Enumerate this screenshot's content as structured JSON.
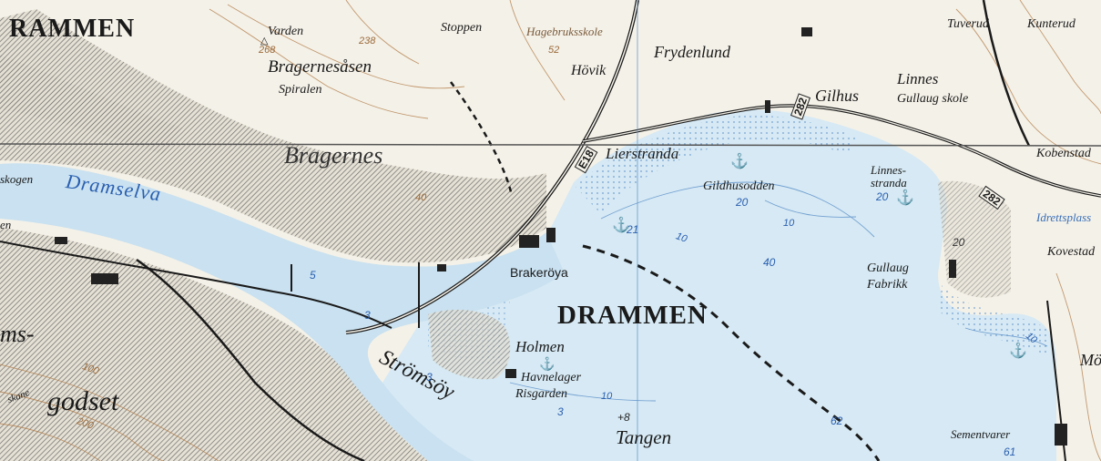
{
  "map": {
    "labels": {
      "rammen": "RAMMEN",
      "varden": "Varden",
      "elev_268": "268",
      "elev_238": "238",
      "stoppen": "Stoppen",
      "hagebruksskole": "Hagebruksskole",
      "elev_52": "52",
      "hovik": "Hövik",
      "frydenlund": "Frydenlund",
      "tuverud": "Tuverud",
      "kunterud": "Kunterud",
      "bragernesasen": "Bragernesåsen",
      "spiralen": "Spiralen",
      "gilhus": "Gilhus",
      "linnes": "Linnes",
      "gullaug_skole": "Gullaug skole",
      "bragernes": "Bragernes",
      "lierstranda": "Lierstranda",
      "gildhusodden": "Gildhusodden",
      "linnesstranda": "Linnes-\nstranda",
      "kobenstad": "Kobenstad",
      "dramselva": "Dramselva",
      "skogen": "skogen",
      "en": "en",
      "idrettsplass": "Idrettsplass",
      "kovestad": "Kovestad",
      "brakeroya": "Brakeröya",
      "gullaug_fabrikk": "Gullaug\nFabrikk",
      "drammen": "DRAMMEN",
      "ms": "ms-",
      "holmen": "Holmen",
      "havnelager": "Havnelager",
      "risgarden": "Risgarden",
      "stromsoy": "Strömsöy",
      "godset": "godset",
      "skane": "skane",
      "tangen": "Tangen",
      "sementvarer": "Sementvarer",
      "mo": "Mö"
    },
    "roads": {
      "e18": "E18",
      "r282": "282"
    },
    "depths": {
      "d5": "5",
      "d3a": "3",
      "d3b": "3",
      "d3c": "3",
      "d21": "21",
      "d20a": "20",
      "d20b": "20",
      "d20c": "20",
      "d40": "40",
      "d62": "62",
      "d61": "61",
      "d8": "+8",
      "d10a": "10",
      "d10b": "10",
      "d10c": "10",
      "d10d": "10"
    },
    "contours": {
      "c40": "40",
      "c100": "100",
      "c200": "200"
    },
    "colors": {
      "paper": "#f4f1e8",
      "water": "#d6e9f4",
      "river": "#c9e1f0",
      "water_text": "#2a5fb0",
      "contour": "#b07a45",
      "urban_hatch": "#555555",
      "road": "#1a1a1a"
    }
  }
}
